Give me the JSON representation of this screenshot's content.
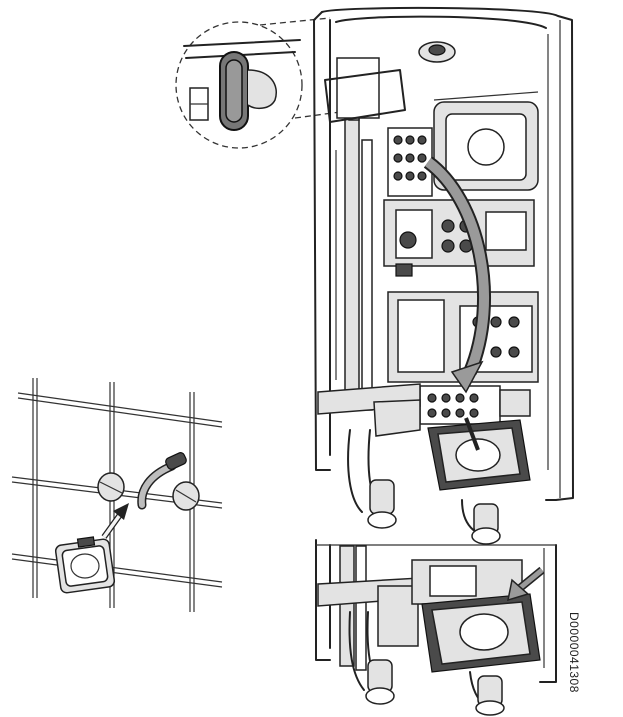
{
  "figure": {
    "document_code": "D0000041308"
  },
  "colors": {
    "line": "#222222",
    "fill_grey": "#c9c9c9",
    "fill_light": "#e3e3e3",
    "arrow": "#9a9a9a"
  },
  "icons": [
    "magnifier-detail",
    "curved-arrow",
    "insert-arrow",
    "tilt-arrow"
  ]
}
